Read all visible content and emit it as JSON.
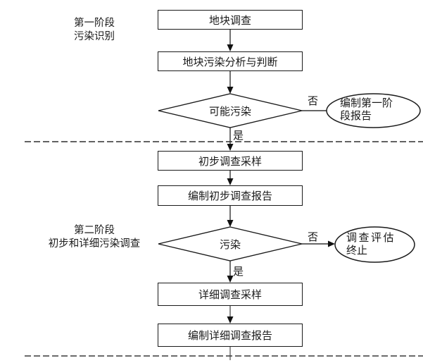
{
  "stages": {
    "stage1": {
      "line1": "第一阶段",
      "line2": "污染识别"
    },
    "stage2": {
      "line1": "第二阶段",
      "line2": "初步和详细污染调查"
    }
  },
  "nodes": {
    "site_survey": "地块调查",
    "pollution_analysis": "地块污染分析与判断",
    "possible_pollution": "可能污染",
    "stage1_report_line1": "编制第一阶",
    "stage1_report_line2": "段报告",
    "preliminary_sampling": "初步调查采样",
    "preliminary_report": "编制初步调查报告",
    "pollution": "污染",
    "survey_end_line1": "调查评估",
    "survey_end_line2": "终止",
    "detailed_sampling": "详细调查采样",
    "detailed_report": "编制详细调查报告"
  },
  "edge_labels": {
    "yes1": "是",
    "no1": "否",
    "yes2": "是",
    "no2": "否"
  },
  "colors": {
    "line": "#333333",
    "border": "#1a1a1a",
    "background": "#ffffff",
    "text": "#1a1a1a"
  }
}
